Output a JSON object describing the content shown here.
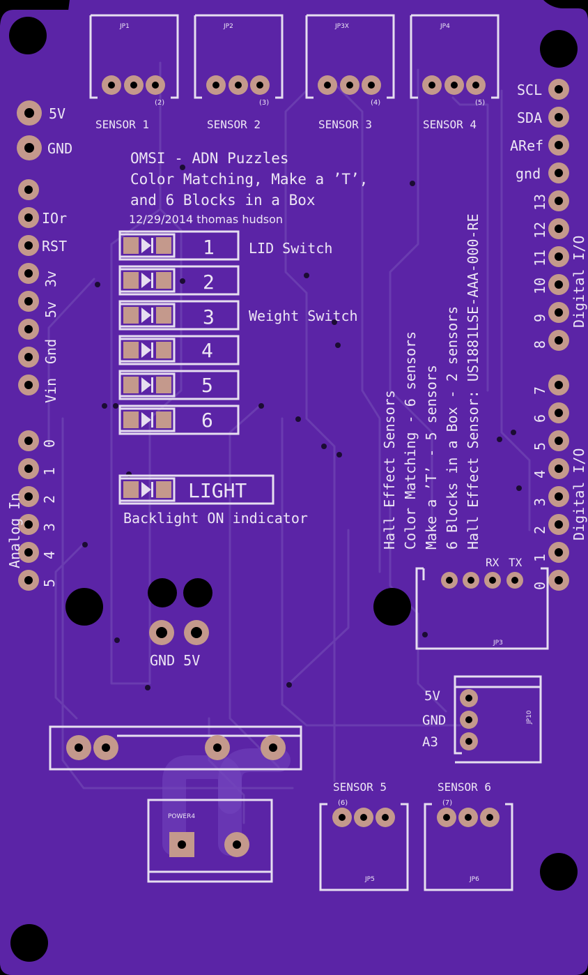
{
  "colors": {
    "board": "#5b24a6",
    "edge": "#000000",
    "silk": "#e6def0",
    "copper_pad": "#c4998c",
    "trace": "#6a3cb0"
  },
  "title": {
    "line1": "OMSI - ADN Puzzles",
    "line2": "Color Matching, Make a ’T’,",
    "line3": "and 6 Blocks in a Box",
    "date_author": "12/29/2014  thomas hudson"
  },
  "top_connectors": [
    {
      "ref": "JP1",
      "num": "(2)",
      "label": "SENSOR 1"
    },
    {
      "ref": "JP2",
      "num": "(3)",
      "label": "SENSOR 2"
    },
    {
      "ref": "JP3X",
      "num": "(4)",
      "label": "SENSOR 3"
    },
    {
      "ref": "JP4",
      "num": "(5)",
      "label": "SENSOR 4"
    }
  ],
  "bottom_connectors": [
    {
      "ref": "JP5",
      "num": "(6)",
      "label": "SENSOR 5"
    },
    {
      "ref": "JP6",
      "num": "(7)",
      "label": "SENSOR 6"
    }
  ],
  "power_pads": {
    "v5": "5V",
    "gnd": "GND"
  },
  "left_header": [
    "IOr",
    "RST",
    "3v",
    "5v",
    "Gnd",
    "Vin"
  ],
  "analog": {
    "pins": [
      "0",
      "1",
      "2",
      "3",
      "4",
      "5"
    ],
    "title": "Analog In"
  },
  "right_header_top": [
    "SCL",
    "SDA",
    "ARef",
    "gnd",
    "13",
    "12",
    "11",
    "10",
    "9",
    "8"
  ],
  "right_header_bottom": [
    "7",
    "6",
    "5",
    "4",
    "3",
    "2",
    "1",
    "0"
  ],
  "digital_label": "Digital I/O",
  "switch_rows": [
    {
      "num": "1",
      "label": "LID Switch"
    },
    {
      "num": "2",
      "label": ""
    },
    {
      "num": "3",
      "label": "Weight Switch"
    },
    {
      "num": "4",
      "label": ""
    },
    {
      "num": "5",
      "label": ""
    },
    {
      "num": "6",
      "label": ""
    }
  ],
  "light": {
    "label": "LIGHT",
    "caption": "Backlight ON indicator"
  },
  "sensor_notes": [
    "Hall Effect Sensors",
    "Color Matching - 6 sensors",
    "Make a ’T’ - 5 sensors",
    "6 Blocks in a Box - 2 sensors",
    "Hall Effect Sensor: US1881LSE-AAA-000-RE"
  ],
  "jp3": {
    "ref": "JP3",
    "rx": "RX",
    "tx": "TX"
  },
  "gnd5v_label": "GND 5V",
  "jp10": {
    "ref": "JP10",
    "pins": [
      "5V",
      "GND",
      "A3"
    ]
  },
  "power_ref": "POWER4"
}
